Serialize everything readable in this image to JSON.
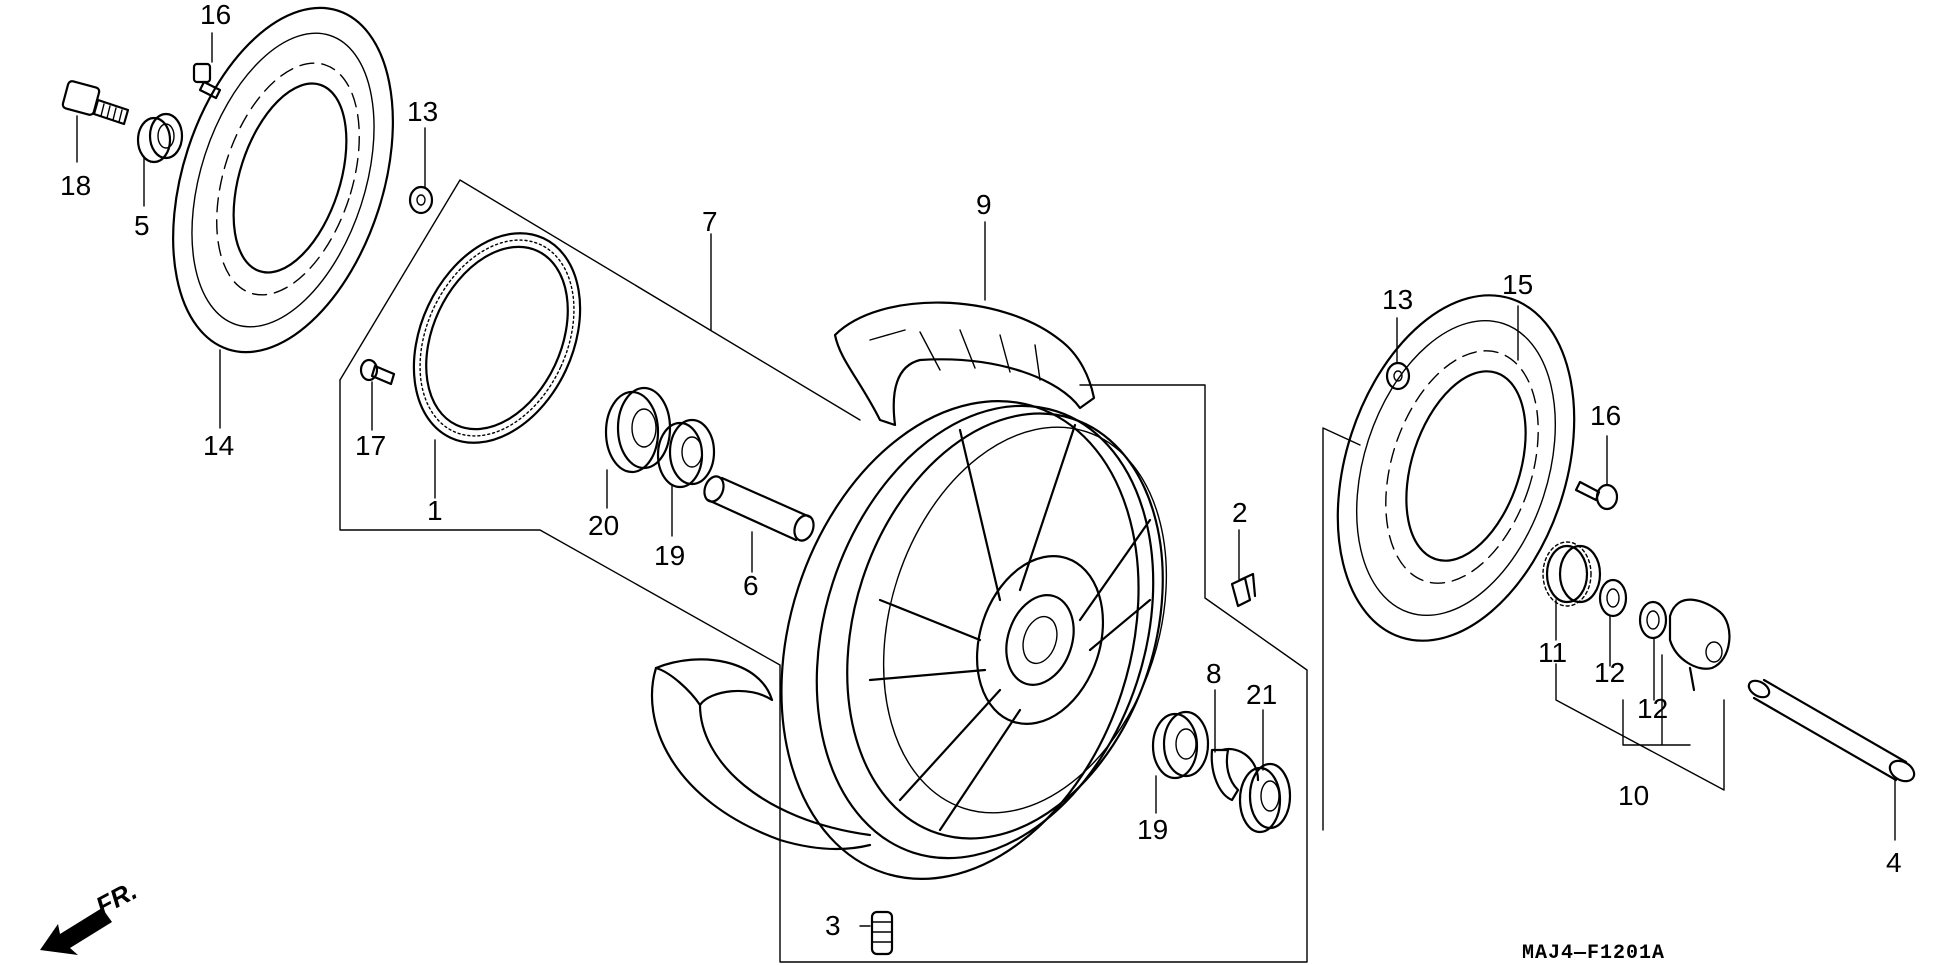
{
  "callouts": {
    "c1": "1",
    "c2": "2",
    "c3": "3",
    "c4": "4",
    "c5": "5",
    "c6": "6",
    "c7": "7",
    "c8": "8",
    "c9": "9",
    "c10": "10",
    "c11": "11",
    "c12a": "12",
    "c12b": "12",
    "c13a": "13",
    "c13b": "13",
    "c14": "14",
    "c15": "15",
    "c16a": "16",
    "c16b": "16",
    "c17": "17",
    "c18": "18",
    "c19a": "19",
    "c19b": "19",
    "c20": "20",
    "c21": "21"
  },
  "direction_label": "FR.",
  "figure_code": "MAJ4—F1201A",
  "icons": {
    "arrow": "front-direction-arrow-icon"
  }
}
